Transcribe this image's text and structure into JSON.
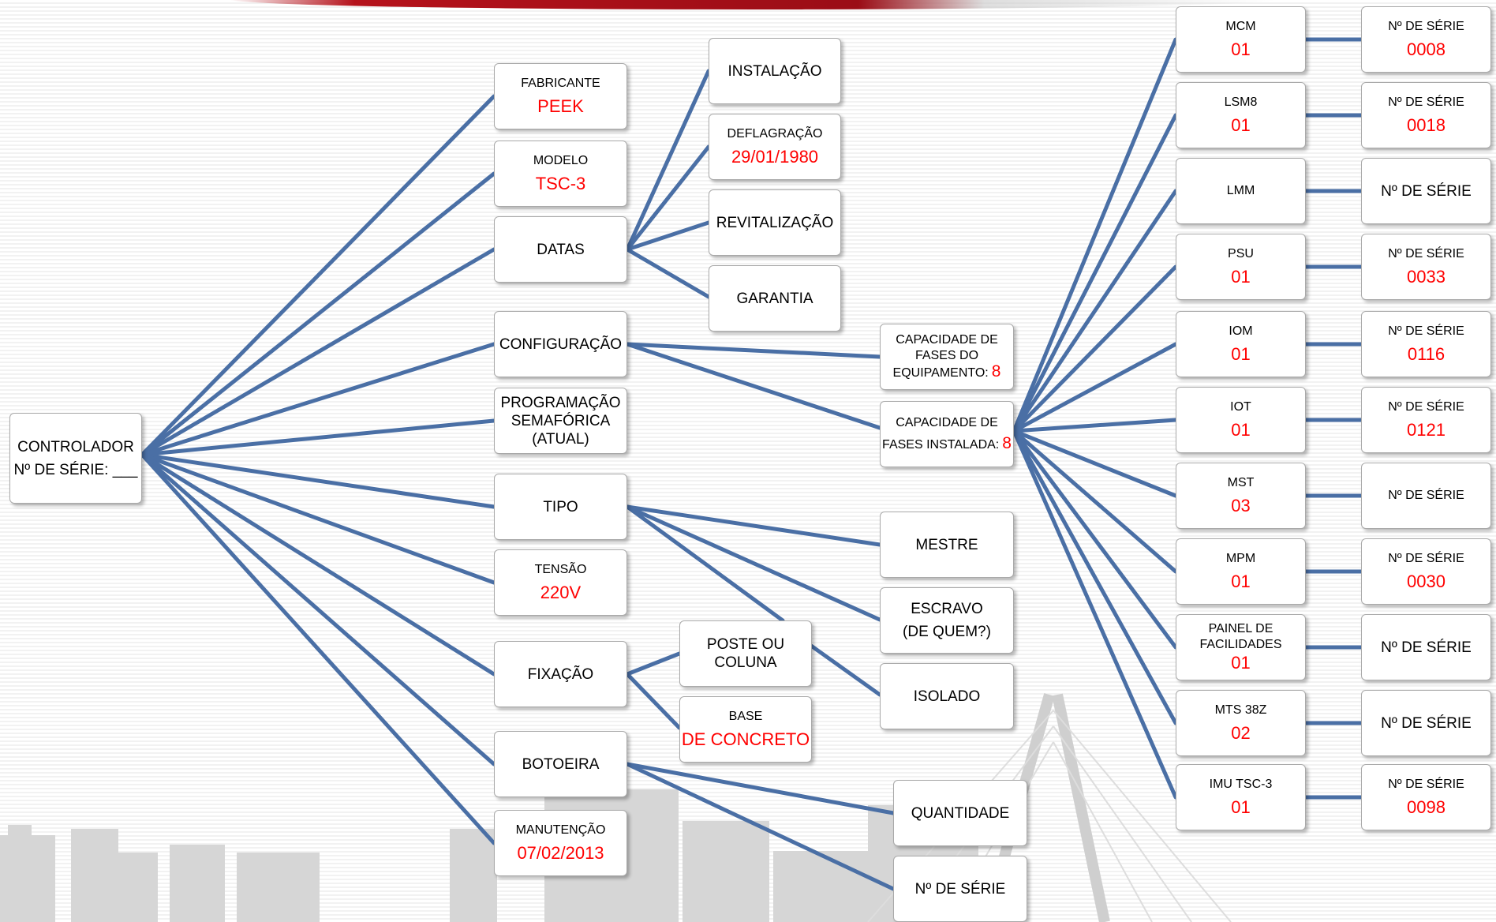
{
  "controller": {
    "label": "CONTROLADOR",
    "serial_label": "Nº DE SÉRIE: ___"
  },
  "fabricante": {
    "label": "FABRICANTE",
    "value": "PEEK"
  },
  "modelo": {
    "label": "MODELO",
    "value": "TSC-3"
  },
  "datas": {
    "label": "DATAS"
  },
  "instalacao": {
    "label": "INSTALAÇÃO"
  },
  "deflagracao": {
    "label": "DEFLAGRAÇÃO",
    "value": "29/01/1980"
  },
  "revitalizacao": {
    "label": "REVITALIZAÇÃO"
  },
  "garantia": {
    "label": "GARANTIA"
  },
  "configuracao": {
    "label": "CONFIGURAÇÃO"
  },
  "cap_equipamento": {
    "line1": "CAPACIDADE DE",
    "line2": "FASES DO",
    "line3": "EQUIPAMENTO:",
    "value": "8"
  },
  "cap_instalada": {
    "line1": "CAPACIDADE DE",
    "line2": "FASES INSTALADA:",
    "value": "8"
  },
  "programacao": {
    "line1": "PROGRAMAÇÃO",
    "line2": "SEMAFÓRICA",
    "line3": "(ATUAL)"
  },
  "tipo": {
    "label": "TIPO"
  },
  "mestre": {
    "label": "MESTRE"
  },
  "escravo": {
    "line1": "ESCRAVO",
    "line2": "(DE QUEM?)"
  },
  "isolado": {
    "label": "ISOLADO"
  },
  "tensao": {
    "label": "TENSÃO",
    "value": "220V"
  },
  "fixacao": {
    "label": "FIXAÇÃO"
  },
  "poste": {
    "line1": "POSTE OU",
    "line2": "COLUNA"
  },
  "base": {
    "label": "BASE",
    "value": "DE CONCRETO"
  },
  "botoeira": {
    "label": "BOTOEIRA"
  },
  "quantidade": {
    "label": "QUANTIDADE"
  },
  "botoeira_serie": {
    "label": "Nº DE SÉRIE"
  },
  "manutencao": {
    "label": "MANUTENÇÃO",
    "value": "07/02/2013"
  },
  "modules": [
    {
      "name": "MCM",
      "qty": "01",
      "serial_label": "Nº DE SÉRIE",
      "serial": "0008"
    },
    {
      "name": "LSM8",
      "qty": "01",
      "serial_label": "Nº DE SÉRIE",
      "serial": "0018"
    },
    {
      "name": "LMM",
      "qty": "",
      "serial_label": "Nº DE SÉRIE",
      "serial": ""
    },
    {
      "name": "PSU",
      "qty": "01",
      "serial_label": "Nº DE SÉRIE",
      "serial": "0033"
    },
    {
      "name": "IOM",
      "qty": "01",
      "serial_label": "Nº DE SÉRIE",
      "serial": "0116"
    },
    {
      "name": "IOT",
      "qty": "01",
      "serial_label": "Nº DE SÉRIE",
      "serial": "0121"
    },
    {
      "name": "MST",
      "qty": "03",
      "serial_label": "Nº DE SÉRIE",
      "serial": ""
    },
    {
      "name": "MPM",
      "qty": "01",
      "serial_label": "Nº DE SÉRIE",
      "serial": "0030"
    },
    {
      "name": "PAINEL DE FACILIDADES",
      "qty": "01",
      "serial_label": "Nº DE SÉRIE",
      "serial": ""
    },
    {
      "name": "MTS 38Z",
      "qty": "02",
      "serial_label": "Nº DE SÉRIE",
      "serial": ""
    },
    {
      "name": "IMU TSC-3",
      "qty": "01",
      "serial_label": "Nº DE SÉRIE",
      "serial": "0098"
    }
  ],
  "colors": {
    "connector": "#4a6fa5",
    "value_text": "#ff0000",
    "banner": "#b5121b"
  }
}
